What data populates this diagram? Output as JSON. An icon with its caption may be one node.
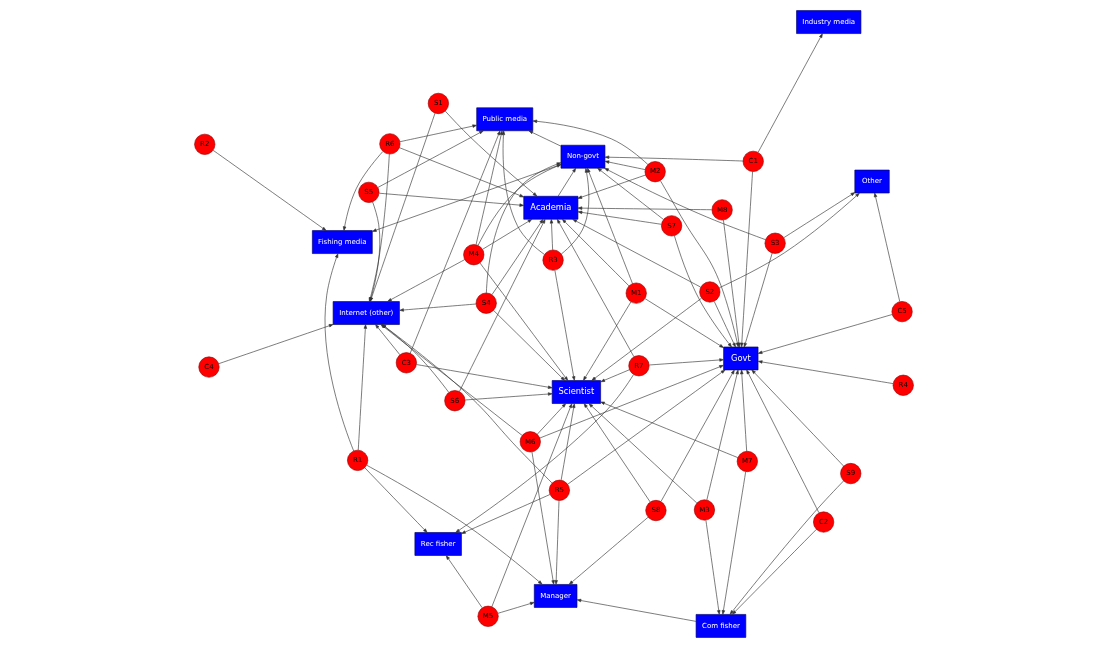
{
  "diagram": {
    "nodes": [
      {
        "text": [
          "Com fisher"
        ]
      },
      {
        "text": [
          "Manager"
        ]
      },
      {
        "text": [
          "Rec fisher"
        ]
      },
      {
        "text": [
          "S9"
        ]
      },
      {
        "text": [
          "S8"
        ]
      },
      {
        "text": [
          "M6"
        ]
      },
      {
        "text": [
          "M5"
        ]
      },
      {
        "text": [
          "M7"
        ]
      },
      {
        "text": [
          "C2"
        ]
      },
      {
        "text": [
          "R7"
        ]
      },
      {
        "text": [
          "R1"
        ]
      },
      {
        "text": [
          "M3"
        ]
      },
      {
        "text": [
          "R5"
        ]
      },
      {
        "text": [
          "R4"
        ]
      },
      {
        "text": [
          "C4"
        ]
      },
      {
        "text": [
          "C3"
        ]
      },
      {
        "text": [
          "Govt"
        ]
      },
      {
        "text": [
          "Scientist"
        ]
      },
      {
        "text": [
          "Internet (other)"
        ]
      },
      {
        "text": [
          "M8"
        ]
      },
      {
        "text": [
          "Academia"
        ]
      },
      {
        "text": [
          "S6"
        ]
      },
      {
        "text": [
          "R6"
        ]
      },
      {
        "text": [
          "C5"
        ]
      },
      {
        "text": [
          "S2"
        ]
      },
      {
        "text": [
          "S7"
        ]
      },
      {
        "text": [
          "S1"
        ]
      },
      {
        "text": [
          "S4"
        ]
      },
      {
        "text": [
          "M1"
        ]
      },
      {
        "text": [
          "S3"
        ]
      },
      {
        "text": [
          "M4"
        ]
      },
      {
        "text": [
          "R3"
        ]
      },
      {
        "text": [
          "S5"
        ]
      },
      {
        "text": [
          "Fishing media"
        ]
      },
      {
        "text": [
          "Other"
        ]
      },
      {
        "text": [
          "C1"
        ]
      },
      {
        "text": [
          "Non-govt"
        ]
      },
      {
        "text": [
          "M2"
        ]
      },
      {
        "text": [
          "R2"
        ]
      },
      {
        "text": [
          "Public media"
        ]
      },
      {
        "text": [
          "Industry media"
        ]
      }
    ],
    "edges": [
      {
        "from": 8,
        "to": 0,
        "arrow": "to"
      },
      {
        "from": 11,
        "to": 0,
        "arrow": "to"
      },
      {
        "from": 3,
        "to": 0,
        "arrow": "to"
      },
      {
        "from": 7,
        "to": 0,
        "arrow": "to"
      },
      {
        "from": 0,
        "to": 1,
        "arrow": "to"
      },
      {
        "from": 4,
        "to": 1,
        "arrow": "to"
      },
      {
        "from": 5,
        "to": 1,
        "arrow": "to"
      },
      {
        "from": 6,
        "to": 1,
        "arrow": "to"
      },
      {
        "from": 10,
        "to": 1,
        "arrow": "to"
      },
      {
        "from": 12,
        "to": 1,
        "arrow": "to"
      },
      {
        "from": 6,
        "to": 2,
        "arrow": "to"
      },
      {
        "from": 9,
        "to": 2,
        "arrow": "to"
      },
      {
        "from": 12,
        "to": 2,
        "arrow": "to"
      },
      {
        "from": 10,
        "to": 2,
        "arrow": "to"
      },
      {
        "from": 3,
        "to": 16,
        "arrow": "to"
      },
      {
        "from": 7,
        "to": 16,
        "arrow": "to"
      },
      {
        "from": 11,
        "to": 16,
        "arrow": "to"
      },
      {
        "from": 8,
        "to": 16,
        "arrow": "to"
      },
      {
        "from": 13,
        "to": 16,
        "arrow": "to"
      },
      {
        "from": 19,
        "to": 16,
        "arrow": "to"
      },
      {
        "from": 23,
        "to": 16,
        "arrow": "to"
      },
      {
        "from": 25,
        "to": 16,
        "arrow": "to"
      },
      {
        "from": 24,
        "to": 16,
        "arrow": "to"
      },
      {
        "from": 28,
        "to": 16,
        "arrow": "to"
      },
      {
        "from": 37,
        "to": 16,
        "arrow": "to"
      },
      {
        "from": 35,
        "to": 16,
        "arrow": "to"
      },
      {
        "from": 4,
        "to": 16,
        "arrow": "to"
      },
      {
        "from": 5,
        "to": 16,
        "arrow": "to"
      },
      {
        "from": 29,
        "to": 16,
        "arrow": "to"
      },
      {
        "from": 9,
        "to": 16,
        "arrow": "to"
      },
      {
        "from": 12,
        "to": 16,
        "arrow": "to"
      },
      {
        "from": 4,
        "to": 17,
        "arrow": "to"
      },
      {
        "from": 5,
        "to": 17,
        "arrow": "to"
      },
      {
        "from": 6,
        "to": 17,
        "arrow": "to"
      },
      {
        "from": 9,
        "to": 17,
        "arrow": "to"
      },
      {
        "from": 7,
        "to": 17,
        "arrow": "to"
      },
      {
        "from": 12,
        "to": 17,
        "arrow": "to"
      },
      {
        "from": 15,
        "to": 17,
        "arrow": "to"
      },
      {
        "from": 28,
        "to": 17,
        "arrow": "to"
      },
      {
        "from": 24,
        "to": 17,
        "arrow": "to"
      },
      {
        "from": 30,
        "to": 17,
        "arrow": "to"
      },
      {
        "from": 21,
        "to": 17,
        "arrow": "to"
      },
      {
        "from": 31,
        "to": 17,
        "arrow": "to"
      },
      {
        "from": 27,
        "to": 17,
        "arrow": "to"
      },
      {
        "from": 11,
        "to": 17,
        "arrow": "to"
      },
      {
        "from": 24,
        "to": 20,
        "arrow": "to"
      },
      {
        "from": 28,
        "to": 20,
        "arrow": "to"
      },
      {
        "from": 37,
        "to": 20,
        "arrow": "to"
      },
      {
        "from": 30,
        "to": 20,
        "arrow": "to"
      },
      {
        "from": 21,
        "to": 20,
        "arrow": "to"
      },
      {
        "from": 27,
        "to": 20,
        "arrow": "to"
      },
      {
        "from": 31,
        "to": 20,
        "arrow": "to"
      },
      {
        "from": 32,
        "to": 20,
        "arrow": "to"
      },
      {
        "from": 26,
        "to": 20,
        "arrow": "to"
      },
      {
        "from": 22,
        "to": 20,
        "arrow": "to"
      },
      {
        "from": 19,
        "to": 20,
        "arrow": "to"
      },
      {
        "from": 9,
        "to": 20,
        "arrow": "to"
      },
      {
        "from": 25,
        "to": 20,
        "arrow": "to"
      },
      {
        "from": 15,
        "to": 18,
        "arrow": "to"
      },
      {
        "from": 12,
        "to": 18,
        "arrow": "to"
      },
      {
        "from": 10,
        "to": 18,
        "arrow": "to"
      },
      {
        "from": 21,
        "to": 18,
        "arrow": "to"
      },
      {
        "from": 27,
        "to": 18,
        "arrow": "to"
      },
      {
        "from": 26,
        "to": 18,
        "arrow": "to"
      },
      {
        "from": 32,
        "to": 18,
        "arrow": "to"
      },
      {
        "from": 30,
        "to": 18,
        "arrow": "to"
      },
      {
        "from": 22,
        "to": 18,
        "arrow": "to"
      },
      {
        "from": 5,
        "to": 18,
        "arrow": "to"
      },
      {
        "from": 14,
        "to": 18,
        "arrow": "to"
      },
      {
        "from": 20,
        "to": 36,
        "arrow": "to"
      },
      {
        "from": 30,
        "to": 36,
        "arrow": "to"
      },
      {
        "from": 28,
        "to": 36,
        "arrow": "to"
      },
      {
        "from": 29,
        "to": 36,
        "arrow": "to"
      },
      {
        "from": 25,
        "to": 36,
        "arrow": "to"
      },
      {
        "from": 37,
        "to": 36,
        "arrow": "to"
      },
      {
        "from": 35,
        "to": 36,
        "arrow": "to"
      },
      {
        "from": 31,
        "to": 36,
        "arrow": "to"
      },
      {
        "from": 27,
        "to": 36,
        "arrow": "to"
      },
      {
        "from": 37,
        "to": 39,
        "arrow": "to"
      },
      {
        "from": 36,
        "to": 39,
        "arrow": "to"
      },
      {
        "from": 31,
        "to": 39,
        "arrow": "to"
      },
      {
        "from": 32,
        "to": 39,
        "arrow": "to"
      },
      {
        "from": 22,
        "to": 39,
        "arrow": "to"
      },
      {
        "from": 30,
        "to": 39,
        "arrow": "to"
      },
      {
        "from": 15,
        "to": 39,
        "arrow": "to"
      },
      {
        "from": 22,
        "to": 33,
        "arrow": "to"
      },
      {
        "from": 10,
        "to": 33,
        "arrow": "to"
      },
      {
        "from": 36,
        "to": 33,
        "arrow": "to"
      },
      {
        "from": 38,
        "to": 33,
        "arrow": "to"
      },
      {
        "from": 23,
        "to": 34,
        "arrow": "to"
      },
      {
        "from": 29,
        "to": 34,
        "arrow": "to"
      },
      {
        "from": 24,
        "to": 34,
        "arrow": "to"
      },
      {
        "from": 35,
        "to": 40,
        "arrow": "to"
      }
    ]
  }
}
